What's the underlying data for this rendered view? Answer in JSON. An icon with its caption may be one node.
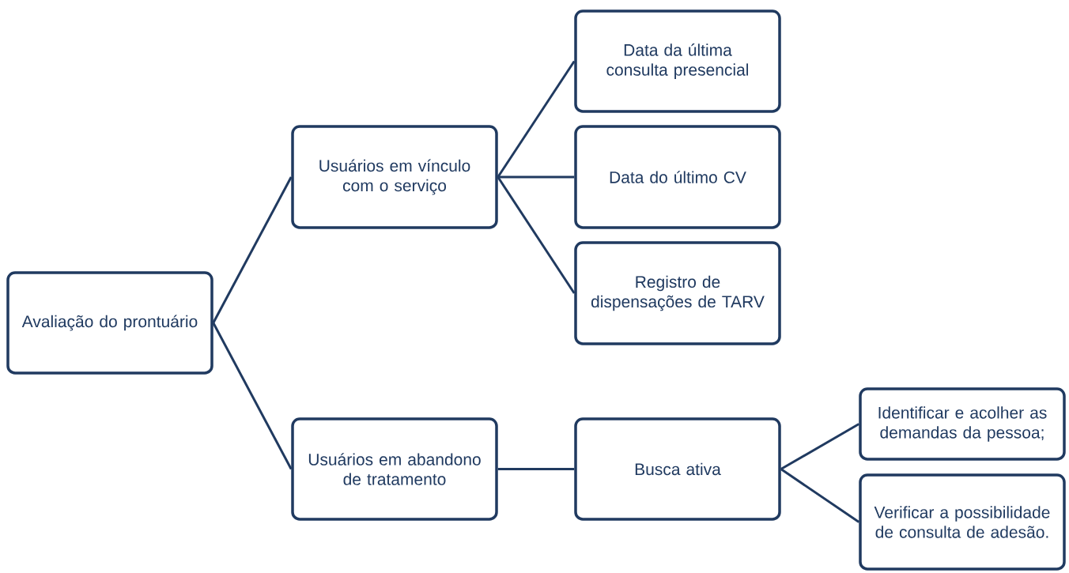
{
  "diagram": {
    "nodes": [
      {
        "text": [
          "Avaliação do prontuário"
        ]
      },
      {
        "text": [
          "Usuários em vínculo com o serviço"
        ]
      },
      {
        "text": [
          "Data da última consulta presencial"
        ]
      },
      {
        "text": [
          "Data do último CV"
        ]
      },
      {
        "text": [
          "Registro de dispensações de TARV"
        ]
      },
      {
        "text": [
          "Usuários em abandono de tratamento"
        ]
      },
      {
        "text": [
          "Busca ativa"
        ]
      },
      {
        "text": [
          "Identificar e acolher as demandas da pessoa;"
        ]
      },
      {
        "text": [
          "Verificar a possibilidade de consulta de adesão."
        ]
      }
    ],
    "edges": [
      {
        "from": 0,
        "to": 1,
        "arrow": "none"
      },
      {
        "from": 0,
        "to": 5,
        "arrow": "none"
      },
      {
        "from": 1,
        "to": 2,
        "arrow": "none"
      },
      {
        "from": 1,
        "to": 3,
        "arrow": "none"
      },
      {
        "from": 1,
        "to": 4,
        "arrow": "none"
      },
      {
        "from": 5,
        "to": 6,
        "arrow": "none"
      },
      {
        "from": 6,
        "to": 7,
        "arrow": "none"
      },
      {
        "from": 6,
        "to": 8,
        "arrow": "none"
      }
    ]
  }
}
